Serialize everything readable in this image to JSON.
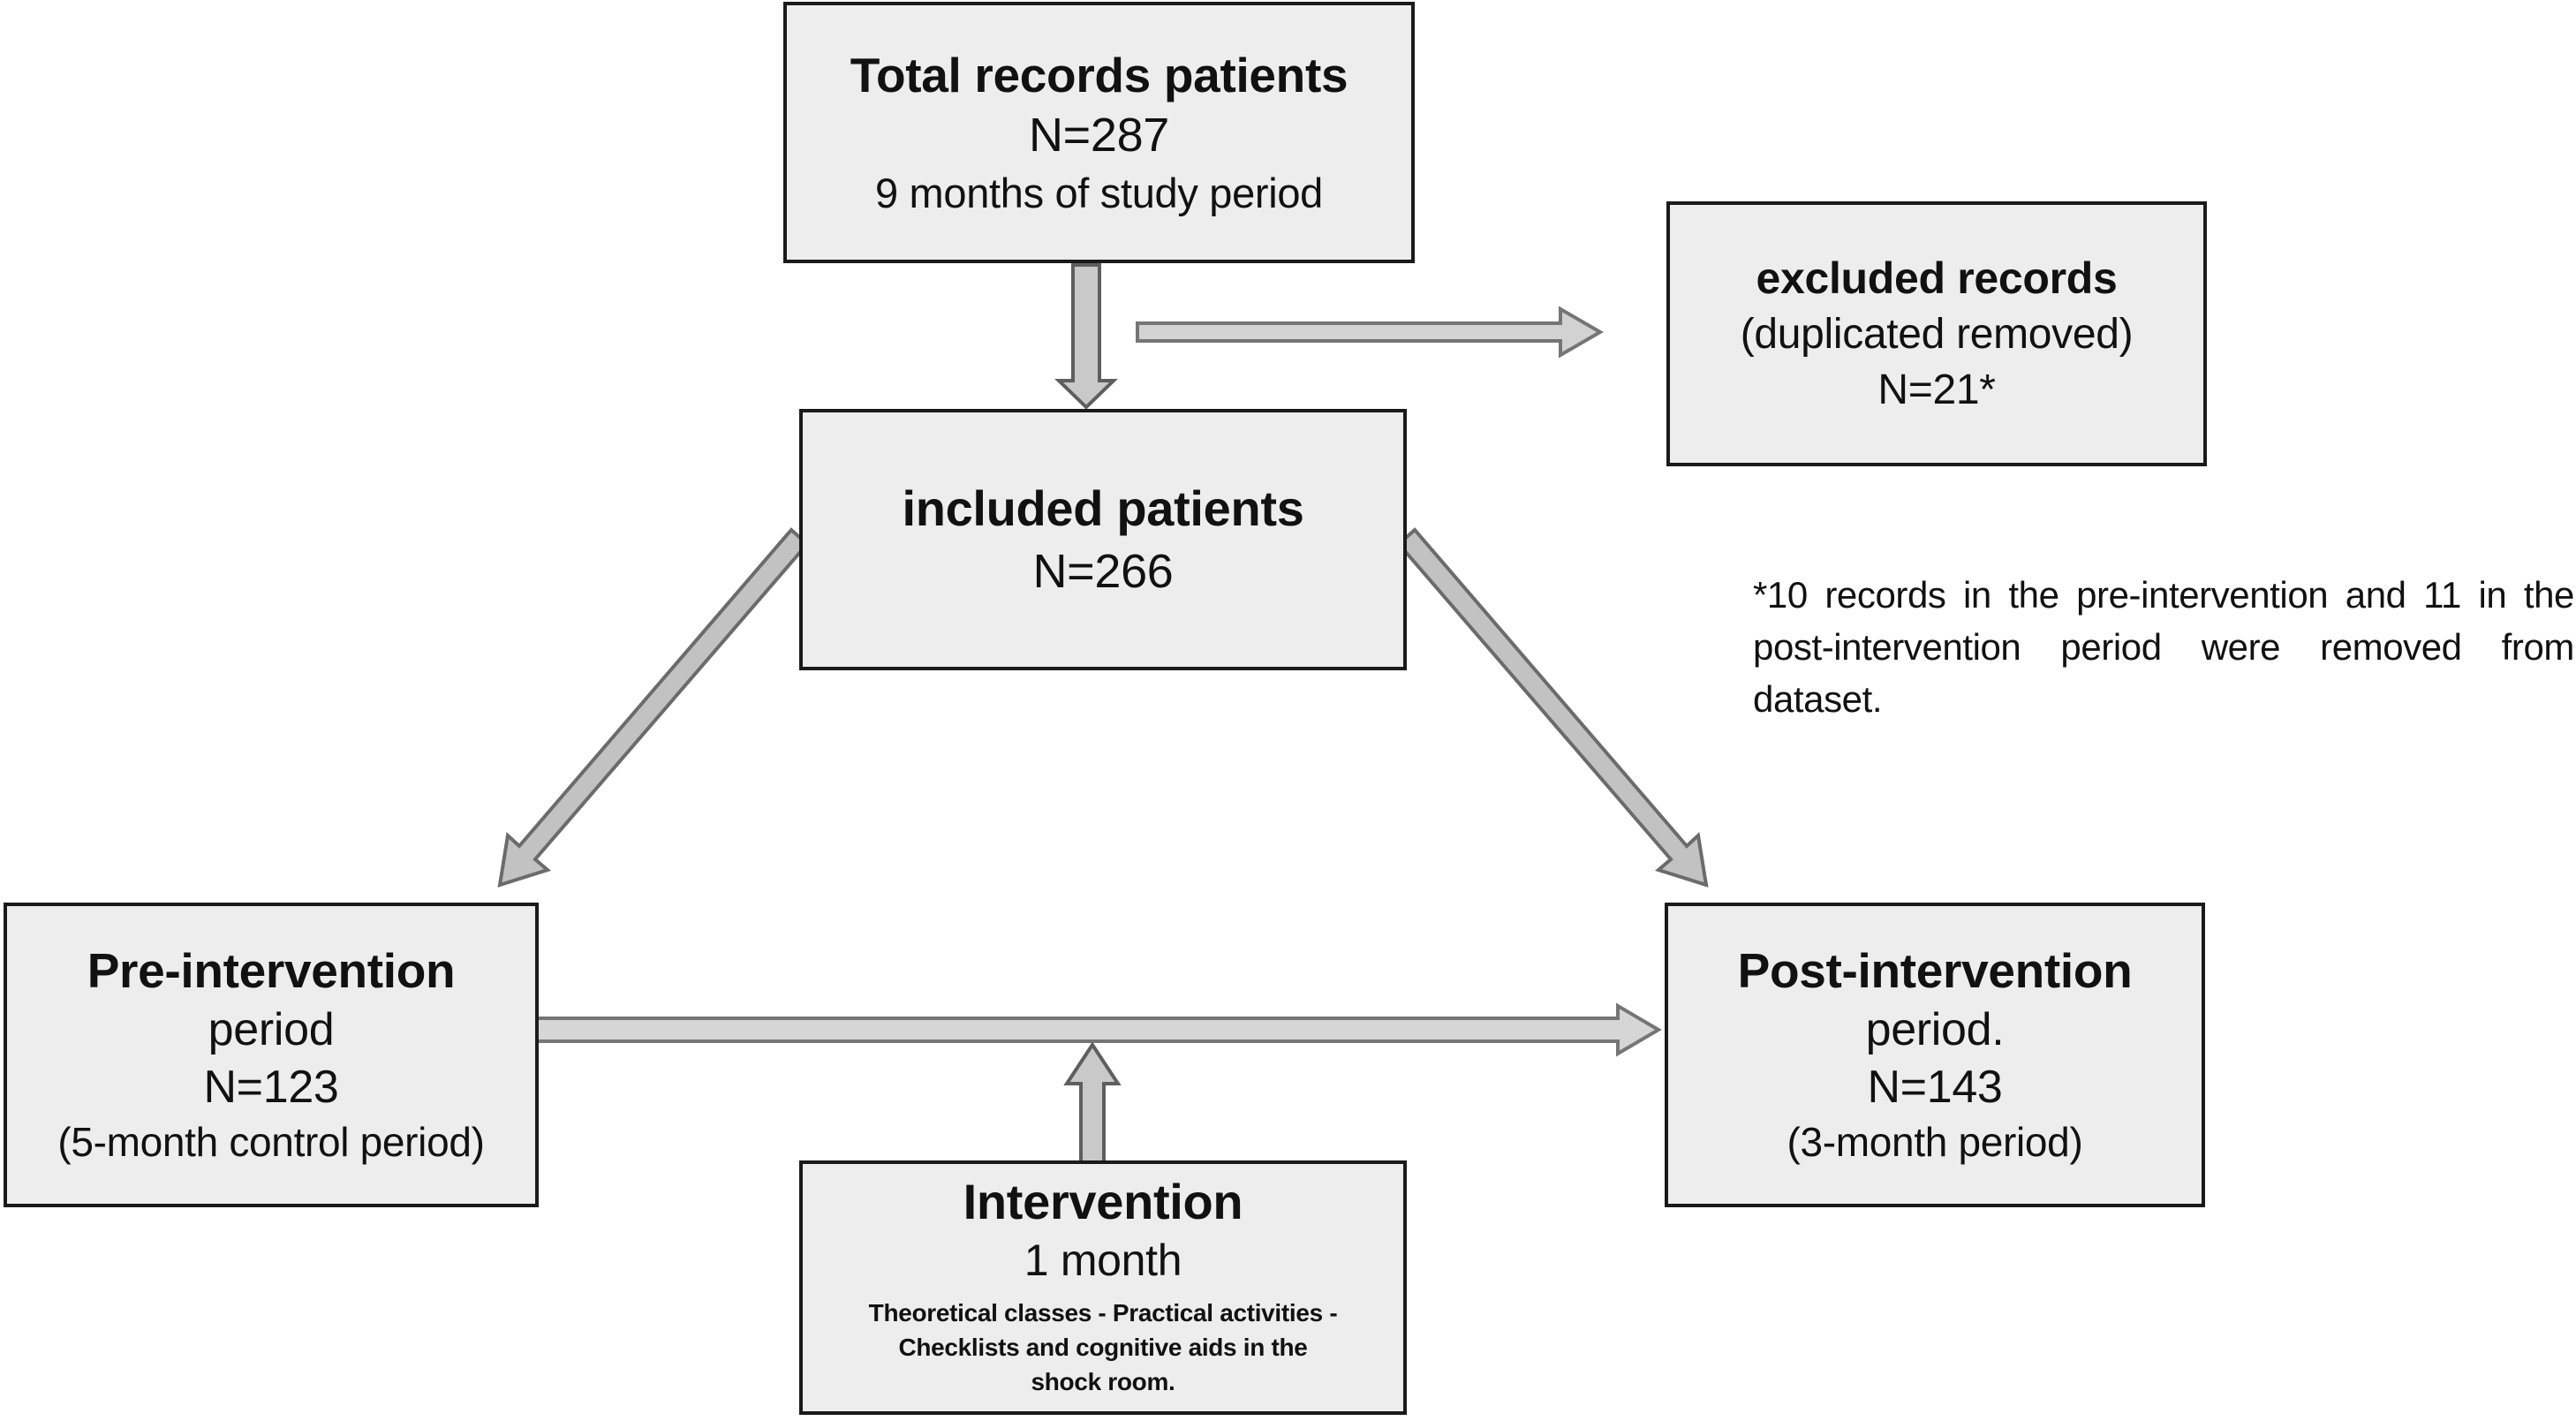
{
  "diagram": {
    "kind": "study-flow-diagram",
    "background_color": "#ffffff",
    "box_fill_color": "#ededed",
    "box_border_color": "#1a1a1a",
    "arrow_fill_color": "#c9c9c9",
    "arrow_outline_color": "#5e5e5e"
  },
  "boxes": {
    "total": {
      "title": "Total records patients",
      "n": "N=287",
      "subtitle": "9 months of study period"
    },
    "excluded": {
      "title": "excluded records",
      "subtitle": "(duplicated removed)",
      "n": "N=21*"
    },
    "included": {
      "title": "included patients",
      "n": "N=266"
    },
    "pre": {
      "title": "Pre-intervention",
      "line2": "period",
      "n": "N=123",
      "subtitle": "(5-month control period)"
    },
    "post": {
      "title": "Post-intervention",
      "line2": "period.",
      "n": "N=143",
      "subtitle": "(3-month period)"
    },
    "intervention": {
      "title": "Intervention",
      "line2": "1 month",
      "details": [
        "Theoretical classes - Practical activities -",
        "Checklists and cognitive aids in the",
        "shock room."
      ]
    }
  },
  "note": {
    "text": "*10 records in the pre-intervention and 11 in the post-intervention period were removed from dataset."
  }
}
